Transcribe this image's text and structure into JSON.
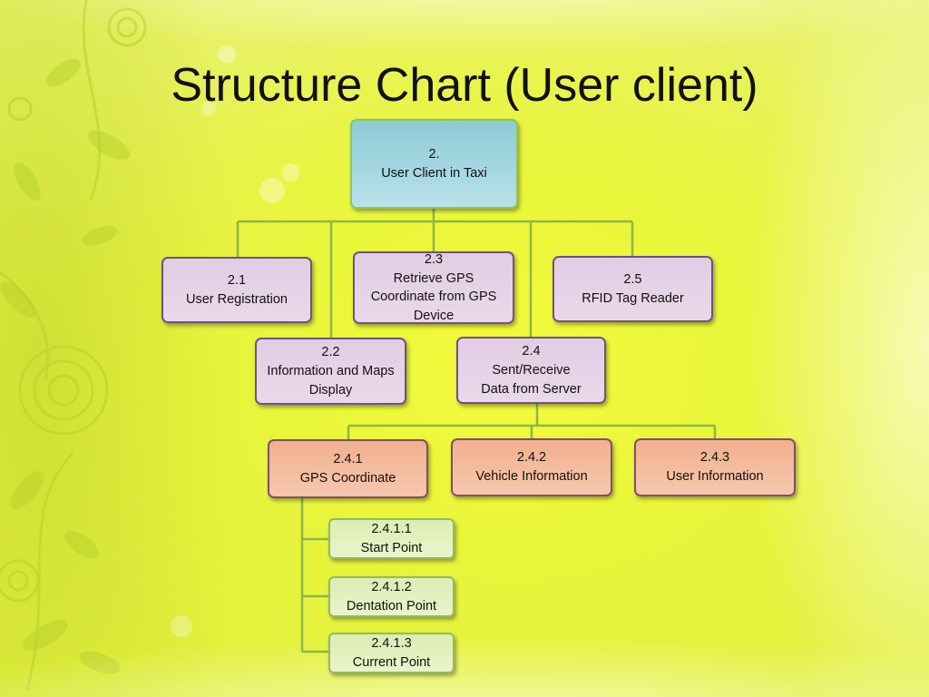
{
  "slide": {
    "title": "Structure Chart (User client)"
  },
  "colors": {
    "root_fill": "#a7d8e2",
    "level2_fill": "#e6d3e6",
    "level3_fill": "#f4bb9c",
    "level4_fill": "#e2f0bf",
    "connector": "#8bb84a"
  },
  "nodes": {
    "n2": {
      "id": "2.",
      "label": "User Client in Taxi"
    },
    "n2_1": {
      "id": "2.1",
      "label": "User Registration"
    },
    "n2_2": {
      "id": "2.2",
      "label_line1": "Information and Maps",
      "label_line2": "Display"
    },
    "n2_3": {
      "id": "2.3",
      "label_line1": "Retrieve GPS",
      "label_line2": "Coordinate from GPS",
      "label_line3": "Device"
    },
    "n2_4": {
      "id": "2.4",
      "label_line1": "Sent/Receive",
      "label_line2": "Data from Server"
    },
    "n2_5": {
      "id": "2.5",
      "label": "RFID Tag Reader"
    },
    "n2_4_1": {
      "id": "2.4.1",
      "label": "GPS Coordinate"
    },
    "n2_4_2": {
      "id": "2.4.2",
      "label": "Vehicle Information"
    },
    "n2_4_3": {
      "id": "2.4.3",
      "label": "User Information"
    },
    "n2_4_1_1": {
      "id": "2.4.1.1",
      "label": "Start Point"
    },
    "n2_4_1_2": {
      "id": "2.4.1.2",
      "label": "Dentation Point"
    },
    "n2_4_1_3": {
      "id": "2.4.1.3",
      "label": "Current Point"
    }
  }
}
